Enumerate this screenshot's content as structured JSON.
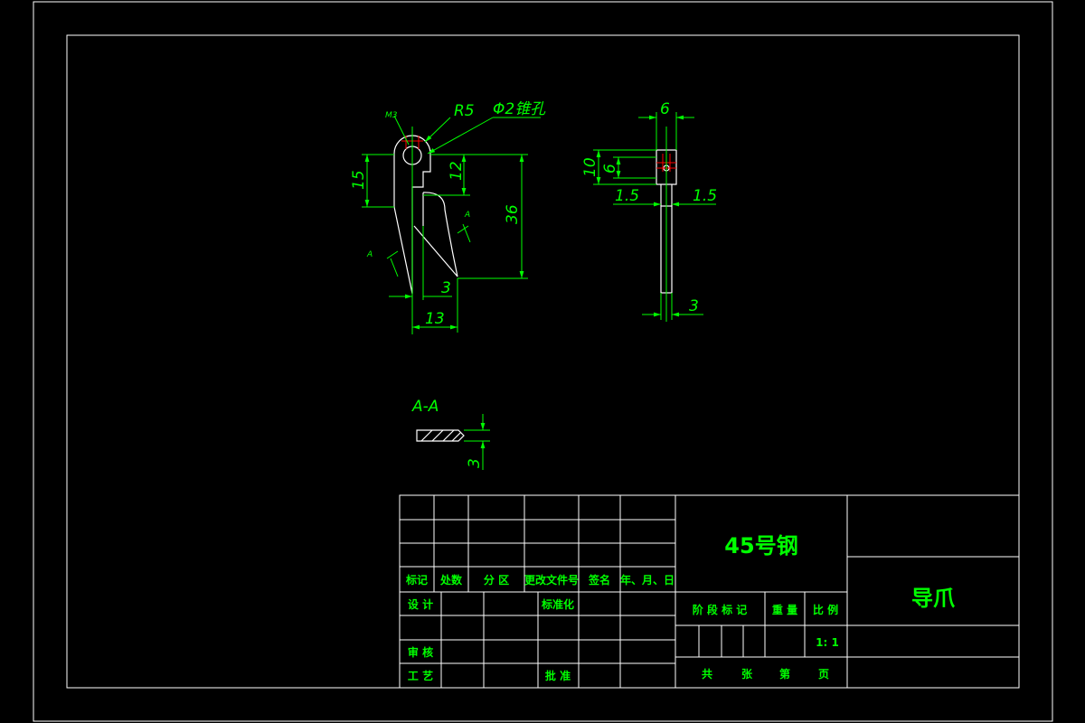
{
  "drawing": {
    "main_view": {
      "thread_label": "M3",
      "radius_label": "R5",
      "hole_label": "Φ2锥孔",
      "dim_15": "15",
      "dim_12": "12",
      "dim_36": "36",
      "dim_3": "3",
      "dim_13": "13",
      "section_mark_left": "A",
      "section_mark_right": "A"
    },
    "side_view": {
      "dim_top": "6",
      "dim_10": "10",
      "dim_6": "6",
      "dim_left_15": "1.5",
      "dim_right_15": "1.5",
      "dim_bottom_3": "3"
    },
    "section_view": {
      "label": "A-A",
      "dim_3": "3"
    }
  },
  "title_block": {
    "material": "45号钢",
    "part_name": "导爪",
    "headers": [
      "标记",
      "处数",
      "分 区",
      "更改文件号",
      "签名",
      "年、月、日"
    ],
    "design": "设 计",
    "standardization": "标准化",
    "review": "审 核",
    "process": "工 艺",
    "approve": "批 准",
    "stage_mark": "阶 段 标 记",
    "weight": "重 量",
    "scale_label": "比 例",
    "scale_value": "1: 1",
    "total": "共",
    "sheets": "张",
    "number": "第",
    "page": "页"
  }
}
